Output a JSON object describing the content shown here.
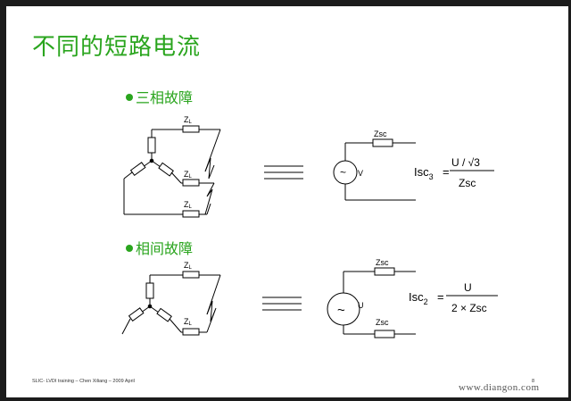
{
  "slide": {
    "title": "不同的短路电流",
    "sections": [
      {
        "label": "三相故障"
      },
      {
        "label": "相间故障"
      }
    ],
    "labels": {
      "zl": "Z",
      "zl_sub": "L",
      "zsc": "Zsc",
      "v": "V",
      "u": "U",
      "equiv": "≡",
      "tilde": "~"
    },
    "formula1": {
      "lhs": "Isc",
      "lhs_sub": "3",
      "eq": "=",
      "numerator": "U / √3",
      "denominator": "Zsc"
    },
    "formula2": {
      "lhs": "Isc",
      "lhs_sub": "2",
      "eq": "=",
      "numerator": "U",
      "denominator": "2 × Zsc"
    },
    "footer": "SLIC- LVDI training – Chen Xiliang – 2009 April",
    "page_number": "8",
    "watermark": "www.diangon.com"
  },
  "colors": {
    "title_green": "#2aa51e",
    "frame": "#1c1c1c",
    "line": "#000000"
  }
}
